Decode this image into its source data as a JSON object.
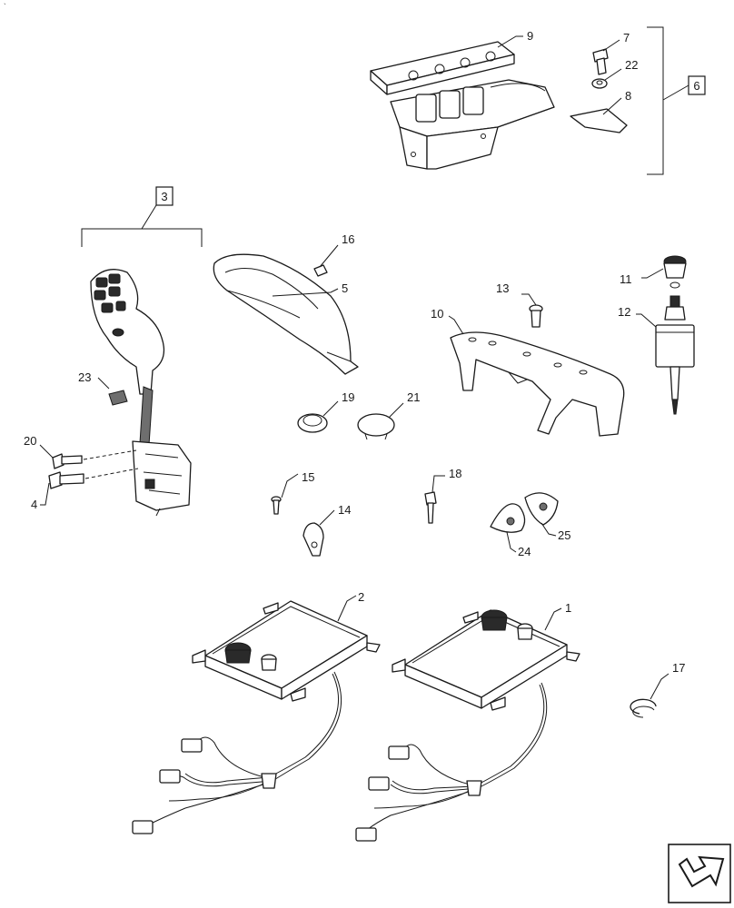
{
  "callouts": {
    "c1": "1",
    "c2": "2",
    "c3": "3",
    "c4": "4",
    "c5": "5",
    "c6": "6",
    "c7": "7",
    "c8": "8",
    "c9": "9",
    "c10": "10",
    "c11": "11",
    "c12": "12",
    "c13": "13",
    "c14": "14",
    "c15": "15",
    "c16": "16",
    "c17": "17",
    "c18": "18",
    "c19": "19",
    "c20": "20",
    "c21": "21",
    "c22": "22",
    "c23": "23",
    "c24": "24",
    "c25": "25"
  },
  "icons": {
    "nav": "next-page-arrow-icon"
  }
}
